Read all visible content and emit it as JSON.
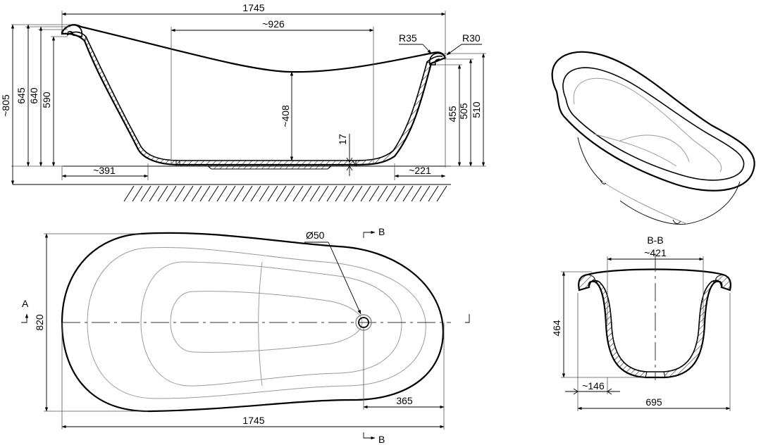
{
  "side_view": {
    "dimensions": {
      "total_length": "1745",
      "inner_length": "~926",
      "height_overall": "~805",
      "height_left_1": "645",
      "height_left_2": "640",
      "height_left_3": "590",
      "depth_inner": "~408",
      "bottom_thickness": "17",
      "height_right_1": "455",
      "height_right_2": "505",
      "height_right_3": "510",
      "foot_left": "~391",
      "foot_right": "~221",
      "radius_1": "R35",
      "radius_2": "R30"
    }
  },
  "top_view": {
    "dimensions": {
      "width": "820",
      "length": "1745",
      "drain_offset": "365",
      "drain_diameter": "Ø50"
    },
    "section_labels": {
      "a_label": "A",
      "b_top": "B",
      "b_bottom": "B"
    }
  },
  "section_view": {
    "title": "B-B",
    "dimensions": {
      "inner_width": "~421",
      "height": "464",
      "bottom_offset": "~146",
      "outer_width": "695"
    }
  }
}
